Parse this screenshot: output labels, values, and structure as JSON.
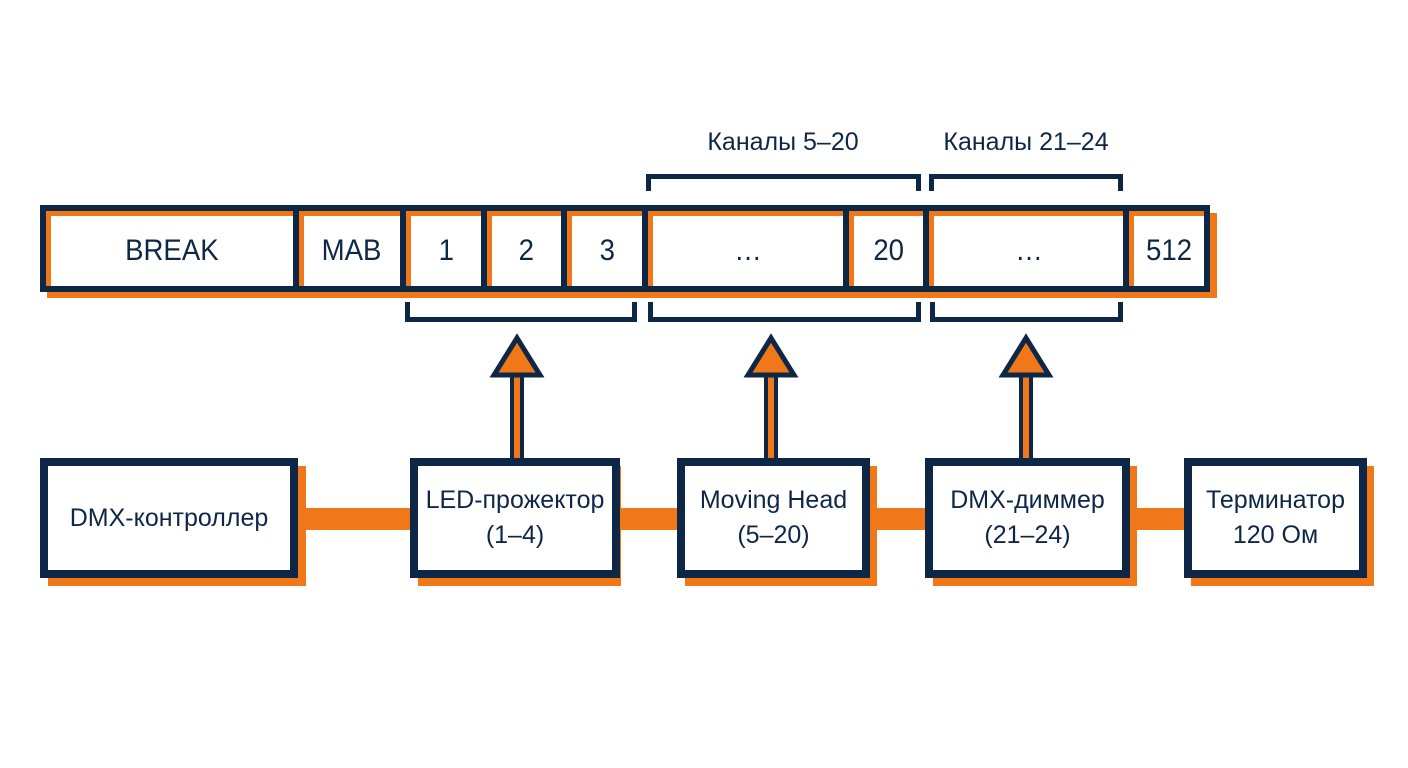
{
  "colors": {
    "navy": "#0f2747",
    "orange": "#f07818",
    "background": "#ffffff"
  },
  "packet": {
    "cells": [
      {
        "id": "break",
        "label": "BREAK"
      },
      {
        "id": "mab",
        "label": "MAB"
      },
      {
        "id": "ch1",
        "label": "1"
      },
      {
        "id": "ch2",
        "label": "2"
      },
      {
        "id": "ch3",
        "label": "3"
      },
      {
        "id": "ellipsis-1",
        "label": "…"
      },
      {
        "id": "ch20",
        "label": "20"
      },
      {
        "id": "ellipsis-2",
        "label": "…"
      },
      {
        "id": "ch512",
        "label": "512"
      }
    ],
    "groups": [
      {
        "label": "Каналы 5–20"
      },
      {
        "label": "Каналы 21–24"
      }
    ]
  },
  "devices": [
    {
      "lines": [
        "DMX-контроллер"
      ]
    },
    {
      "lines": [
        "LED-прожектор",
        "(1–4)"
      ]
    },
    {
      "lines": [
        "Moving Head",
        "(5–20)"
      ]
    },
    {
      "lines": [
        "DMX-диммер",
        "(21–24)"
      ]
    },
    {
      "lines": [
        "Терминатор",
        "120 Ом"
      ]
    }
  ]
}
